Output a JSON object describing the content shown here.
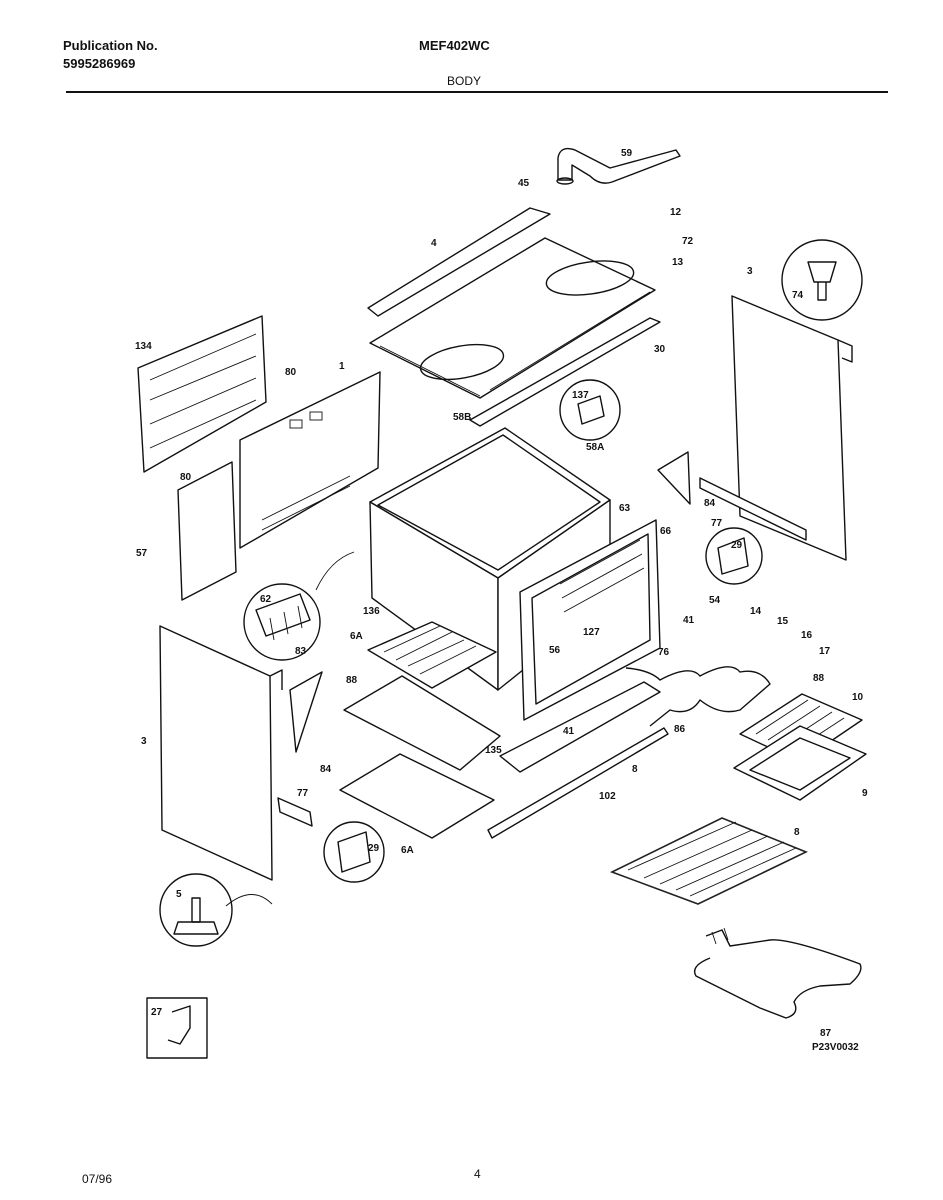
{
  "header": {
    "publication_label": "Publication No.",
    "publication_number": "5995286969",
    "model": "MEF402WC",
    "section": "BODY"
  },
  "footer": {
    "date": "07/96",
    "page": "4"
  },
  "diagram": {
    "drawing_code": "P23V0032",
    "callouts": {
      "c59": "59",
      "c45": "45",
      "c12": "12",
      "c72": "72",
      "c13": "13",
      "c4": "4",
      "c30": "30",
      "c3_right": "3",
      "c74": "74",
      "c134": "134",
      "c80_top": "80",
      "c1": "1",
      "c80_bottom": "80",
      "c57": "57",
      "c137": "137",
      "c58b": "58B",
      "c58a": "58A",
      "c84_right": "84",
      "c77_right": "77",
      "c29_right": "29",
      "c63": "63",
      "c66": "66",
      "c62": "62",
      "c83": "83",
      "c136": "136",
      "c6a_top": "6A",
      "c127": "127",
      "c54": "54",
      "c14": "14",
      "c15": "15",
      "c41_right": "41",
      "c16": "16",
      "c17": "17",
      "c56": "56",
      "c76": "76",
      "c88_top": "88",
      "c86": "86",
      "c10": "10",
      "c88_low": "88",
      "c41_low": "41",
      "c135": "135",
      "c8_mid": "8",
      "c9": "9",
      "c3_left": "3",
      "c84_left": "84",
      "c102": "102",
      "c77_left": "77",
      "c8_rack": "8",
      "c29_left": "29",
      "c6a_bottom": "6A",
      "c5": "5",
      "c27": "27",
      "c87": "87"
    }
  }
}
